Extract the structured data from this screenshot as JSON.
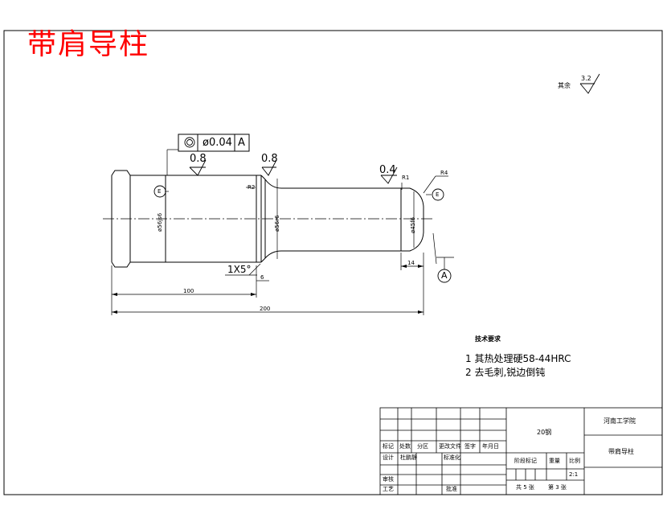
{
  "title": "带肩导柱",
  "roughness": {
    "other_label": "其余",
    "other_value": "3.2",
    "r1": "0.8",
    "r2": "0.8",
    "r3": "0.4"
  },
  "tolerance_frame": {
    "symbol": "◎",
    "value": "ø0.04",
    "datum": "A"
  },
  "dims": {
    "d1": "ø56js6",
    "d2": "ø56r6",
    "d3": "ø45f6",
    "chamfer": "1X5°",
    "r_small": "R1",
    "r_large": "R4",
    "r_cut": "R2",
    "len_100": "100",
    "len_200": "200",
    "len_14": "14",
    "len_6": "6",
    "section_e": "E",
    "datum_a": "A"
  },
  "tech_requirements": {
    "heading": "技术要求",
    "items": [
      "1  其热处理硬58-44HRC",
      "2  去毛刺,锐边倒钝"
    ]
  },
  "title_block": {
    "material": "20钢",
    "school": "河南工学院",
    "part_name": "带肩导柱",
    "scale": "2:1",
    "labels": {
      "mark": "标记",
      "count": "处数",
      "zone": "分区",
      "change_doc": "更改文件",
      "sign": "签字",
      "date": "年月日",
      "design": "设计",
      "designer": "杜鹏静",
      "standard": "标准化",
      "stage_mark": "阶段标记",
      "weight": "重量",
      "ratio": "比例",
      "review": "审核",
      "process": "工艺",
      "approve": "批准",
      "total_sheets": "共 5 张",
      "sheet_no": "第 3 张"
    }
  }
}
